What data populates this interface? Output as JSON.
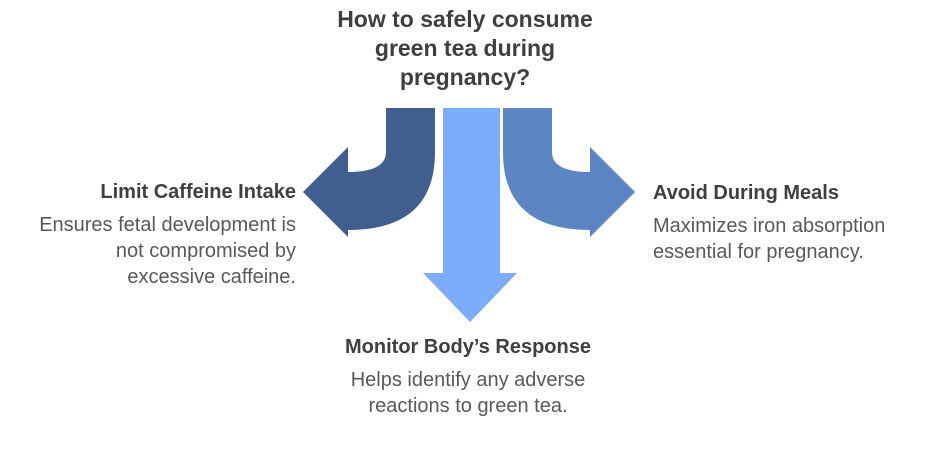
{
  "title": {
    "full_text": "How to safely consume green tea during pregnancy?",
    "lines": [
      "How to safely consume",
      "green tea during",
      "pregnancy?"
    ]
  },
  "branches": {
    "left": {
      "heading": "Limit Caffeine Intake",
      "description": "Ensures fetal development is not compromised by excessive caffeine.",
      "description_lines": [
        "Ensures fetal development is",
        "not compromised by",
        "excessive caffeine."
      ],
      "arrow_direction": "left",
      "arrow_color": "#405F8E"
    },
    "center": {
      "heading": "Monitor Body’s Response",
      "description": "Helps identify any adverse reactions to green tea.",
      "description_lines": [
        "Helps identify any adverse",
        "reactions to green tea."
      ],
      "arrow_direction": "down",
      "arrow_color": "#7DACFA"
    },
    "right": {
      "heading": "Avoid During Meals",
      "description": "Maximizes iron absorption essential for pregnancy.",
      "description_lines": [
        "Maximizes iron absorption",
        "essential for pregnancy."
      ],
      "arrow_direction": "right",
      "arrow_color": "#5C85C4"
    }
  },
  "colors": {
    "background": "#FFFFFF",
    "title_text": "#3F3F3F",
    "heading_text": "#3F3F3F",
    "body_text": "#595959"
  }
}
